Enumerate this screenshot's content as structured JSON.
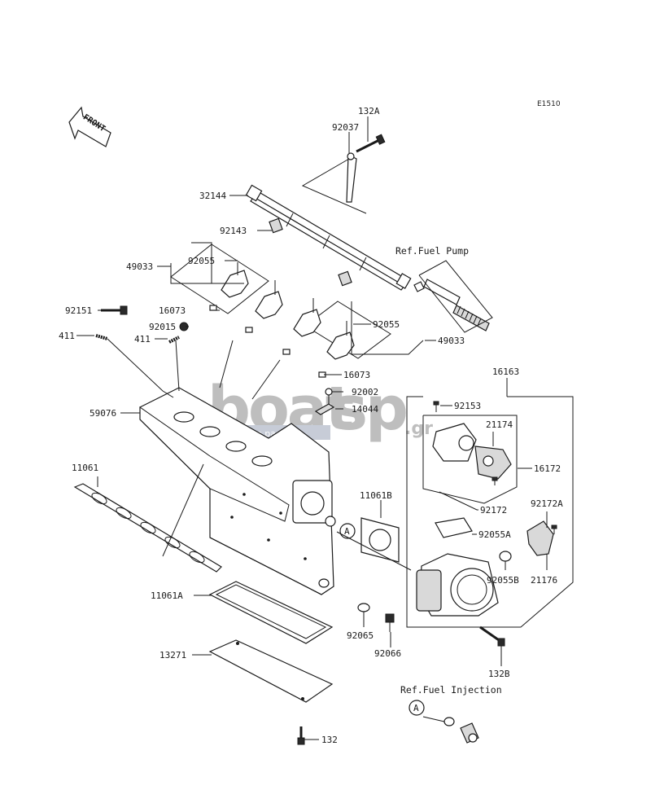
{
  "diagram_code": "E1510",
  "front_label": "FRONT",
  "callout_letter": "A",
  "references": {
    "fuel_pump": "Ref.Fuel Pump",
    "fuel_injection": "Ref.Fuel Injection"
  },
  "watermark": {
    "brand_left": "boat",
    "brand_right": "sp",
    "domain": ".gr",
    "tagline": "boat spare parts"
  },
  "part_numbers": {
    "p132A": "132A",
    "p92037": "92037",
    "p32144": "32144",
    "p92143": "92143",
    "p49033_left": "49033",
    "p92055_left": "92055",
    "p92151": "92151",
    "p16073_left": "16073",
    "p92015": "92015",
    "p411_left": "411",
    "p411_mid": "411",
    "p92055_right": "92055",
    "p49033_right": "49033",
    "p16073_right": "16073",
    "p92002": "92002",
    "p14044": "14044",
    "p59076": "59076",
    "p16163": "16163",
    "p92153": "92153",
    "p21174": "21174",
    "p16172": "16172",
    "p92172": "92172",
    "p92172A": "92172A",
    "p11061": "11061",
    "p11061B": "11061B",
    "p92055A": "92055A",
    "p21176": "21176",
    "p92055B": "92055B",
    "p11061A": "11061A",
    "p92065": "92065",
    "p92066": "92066",
    "p132B": "132B",
    "p13271": "13271",
    "p132": "132"
  }
}
